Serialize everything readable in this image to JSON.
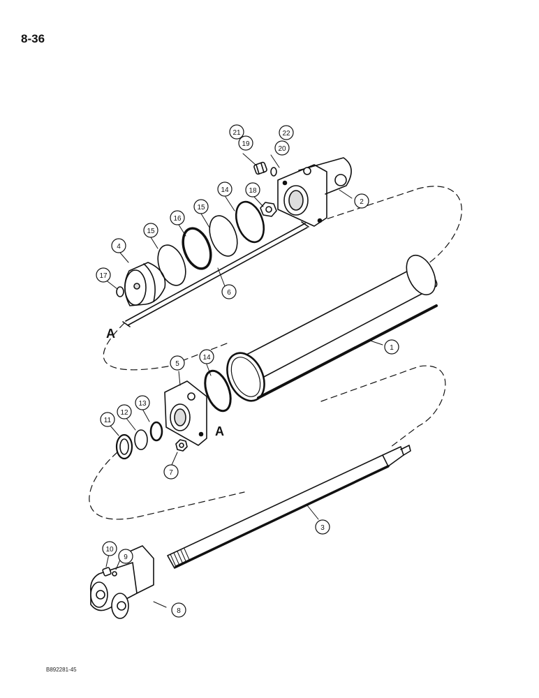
{
  "page": {
    "number": "8-36",
    "figure_code": "B892281-45"
  },
  "callouts": {
    "c1": "1",
    "c2": "2",
    "c3": "3",
    "c4": "4",
    "c5": "5",
    "c6": "6",
    "c7": "7",
    "c8": "8",
    "c9": "9",
    "c10": "10",
    "c11": "11",
    "c12": "12",
    "c13": "13",
    "c14a": "14",
    "c14b": "14",
    "c15a": "15",
    "c15b": "15",
    "c16": "16",
    "c17": "17",
    "c18": "18",
    "c19": "19",
    "c20": "20",
    "c21": "21",
    "c22": "22"
  },
  "reference_marks": {
    "a1": "A",
    "a2": "A"
  },
  "colors": {
    "ink": "#111111",
    "page": "#ffffff"
  }
}
